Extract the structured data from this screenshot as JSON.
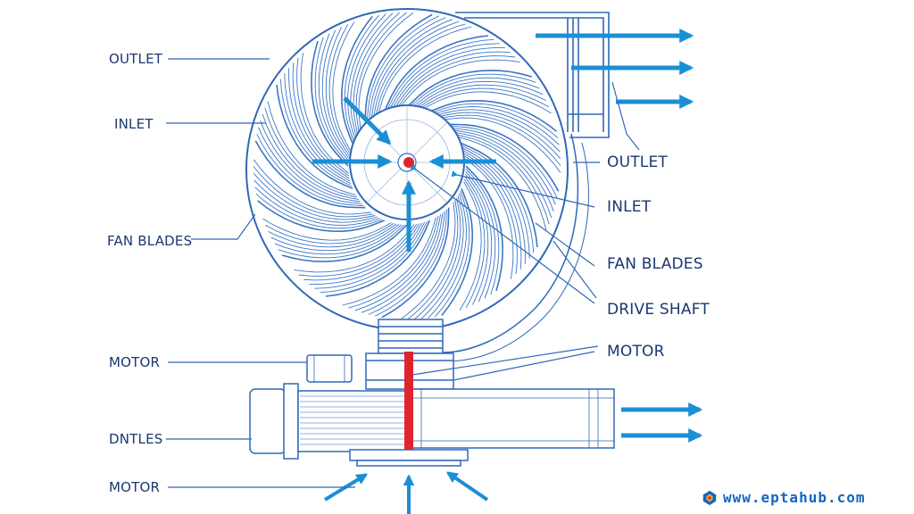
{
  "labels_left": {
    "outlet": "OUTLET",
    "inlet": "INLET",
    "fan_blades": "FAN BLADES",
    "motor": "MOTOR",
    "dntles": "DNTLES",
    "motor_bottom": "MOTOR"
  },
  "labels_right": {
    "outlet": "OUTLET",
    "inlet": "INLET",
    "fan_blades": "FAN BLADES",
    "drive_shaft": "DRIVE SHAFT",
    "motor": "MOTOR"
  },
  "watermark": {
    "text": "www.eptahub.com"
  },
  "colors": {
    "line": "#2f68b8",
    "arrow": "#1a8fd6",
    "shaft": "#e0232e",
    "text": "#1a3770"
  }
}
